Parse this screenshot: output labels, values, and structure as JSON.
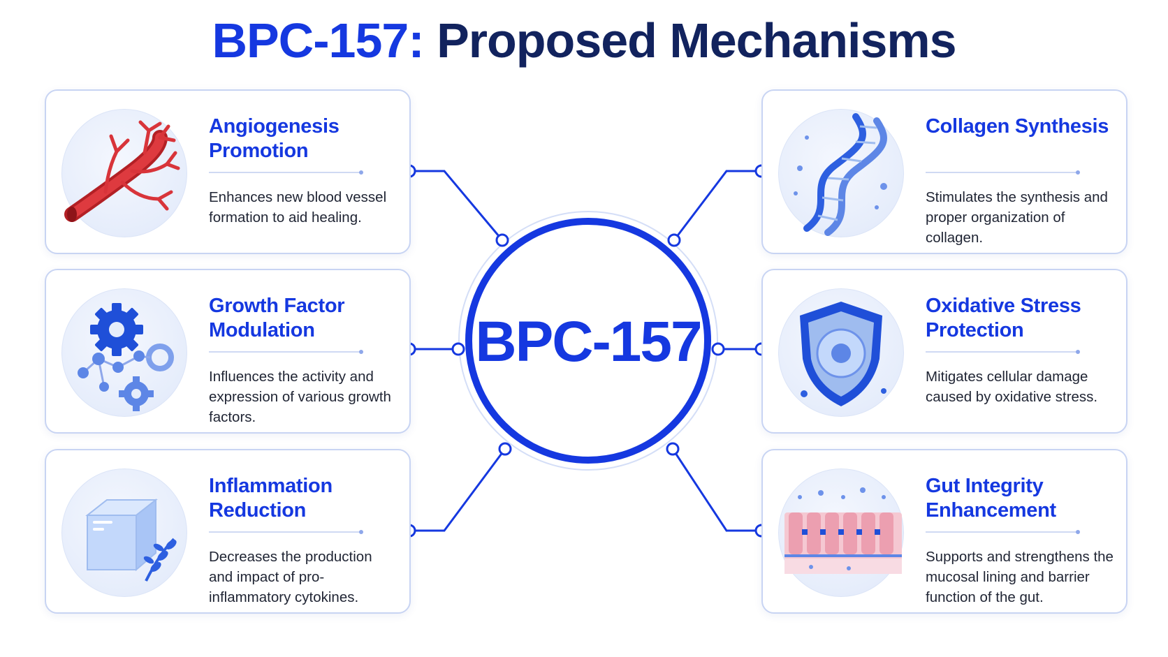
{
  "title": {
    "accent": "BPC-157:",
    "rest": "Proposed Mechanisms"
  },
  "hub": {
    "label": "BPC-157"
  },
  "colors": {
    "accent": "#1538e0",
    "navy": "#12235e",
    "card_border": "#c8d4f3"
  },
  "mechanisms": [
    {
      "title": "Angiogenesis Promotion",
      "description": "Enhances new blood vessel formation to aid healing.",
      "icon": "blood-vessel-icon"
    },
    {
      "title": "Growth Factor Modulation",
      "description": "Influences the activity and expression of various growth factors.",
      "icon": "gears-molecule-icon"
    },
    {
      "title": "Inflammation Reduction",
      "description": "Decreases the production and impact of pro-inflammatory cytokines.",
      "icon": "ice-cube-icon"
    },
    {
      "title": "Collagen Synthesis",
      "description": "Stimulates the synthesis and proper organization of collagen.",
      "icon": "dna-helix-icon"
    },
    {
      "title": "Oxidative Stress Protection",
      "description": "Mitigates cellular damage caused by oxidative stress.",
      "icon": "shield-cell-icon"
    },
    {
      "title": "Gut Integrity Enhancement",
      "description": "Supports and strengthens the mucosal lining and barrier function of the gut.",
      "icon": "gut-lining-icon"
    }
  ]
}
